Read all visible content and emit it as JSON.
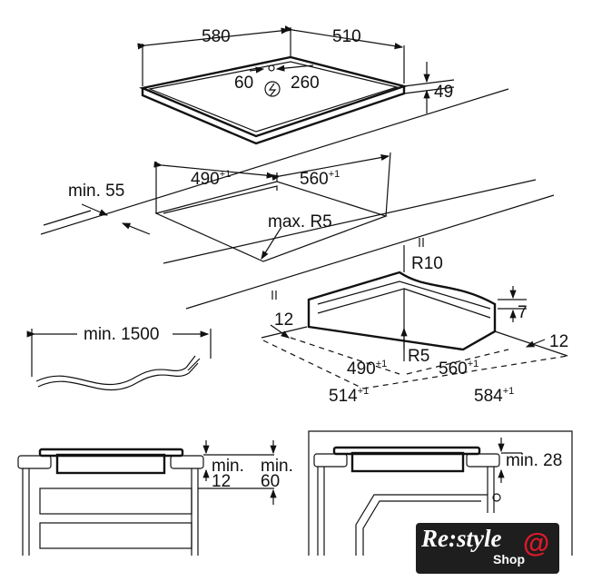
{
  "hob": {
    "width": "580",
    "depth": "510",
    "height": "49",
    "cable_left": "60",
    "cable_right": "260"
  },
  "cutout": {
    "width": "490",
    "width_tol": "+1",
    "depth": "560",
    "depth_tol": "+1",
    "min_front": "min. 55",
    "radius": "max. R5"
  },
  "cable": {
    "length": "min. 1500"
  },
  "frame": {
    "r_outer": "R10",
    "r_inner": "R5",
    "height": "7",
    "edge_left": "12",
    "edge_right": "12",
    "inner_w": "490",
    "inner_w_tol": "+1",
    "inner_d": "560",
    "inner_d_tol": "+1",
    "outer_w": "514",
    "outer_w_tol": "+1",
    "outer_d": "584",
    "outer_d_tol": "+1"
  },
  "section": {
    "min_label_a": "min.",
    "min_a": "12",
    "min_label_b": "min.",
    "min_b": "60",
    "min_c": "min. 28"
  },
  "logo": {
    "brand": "Re:style",
    "sub": "Shop",
    "at": "@"
  }
}
